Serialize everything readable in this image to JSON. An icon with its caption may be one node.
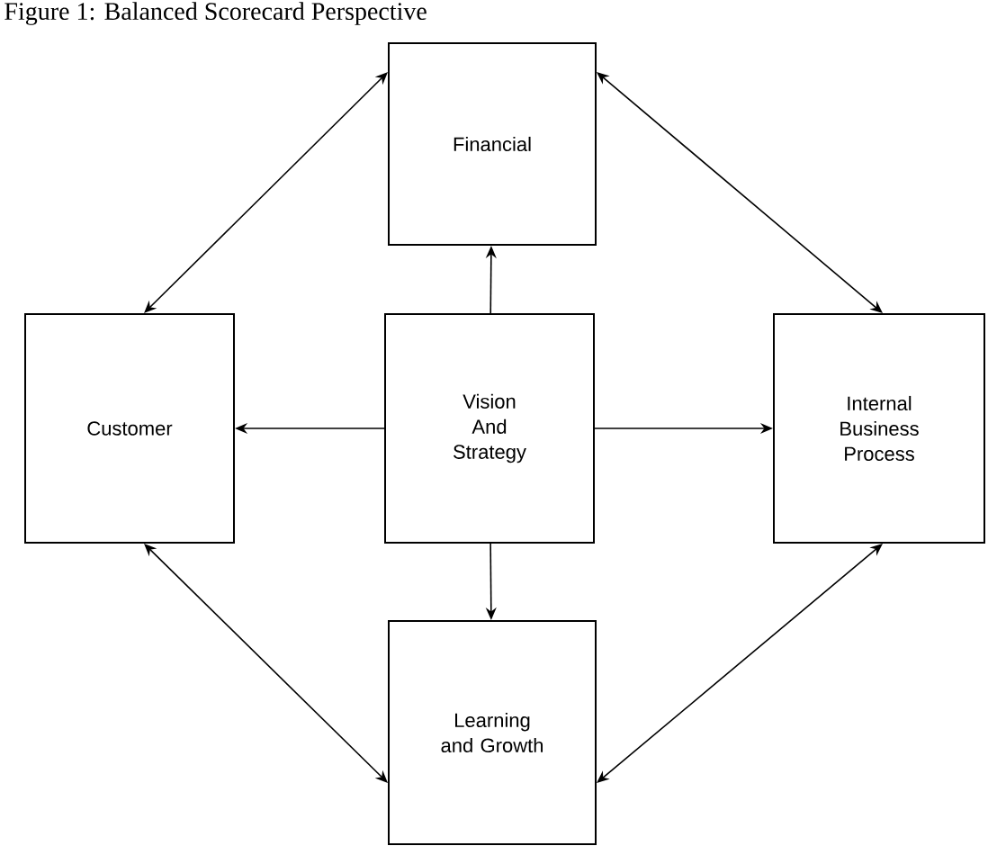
{
  "diagram": {
    "title": "Figure 1: Balanced Scorecard Perspective",
    "nodes": [
      {
        "text": [
          "Financial"
        ]
      },
      {
        "text": [
          "Customer"
        ]
      },
      {
        "text": [
          "Vision And Strategy"
        ]
      },
      {
        "text": [
          "Internal Business Process"
        ]
      },
      {
        "text": [
          "Learning and Growth"
        ]
      }
    ],
    "edges": [
      {
        "from": 2,
        "to": 0,
        "arrow": "to"
      },
      {
        "from": 2,
        "to": 1,
        "arrow": "to"
      },
      {
        "from": 2,
        "to": 3,
        "arrow": "to"
      },
      {
        "from": 2,
        "to": 4,
        "arrow": "to"
      },
      {
        "from": 0,
        "to": 1,
        "arrow": "both"
      },
      {
        "from": 0,
        "to": 3,
        "arrow": "both"
      },
      {
        "from": 1,
        "to": 4,
        "arrow": "both"
      },
      {
        "from": 3,
        "to": 4,
        "arrow": "both"
      }
    ]
  }
}
